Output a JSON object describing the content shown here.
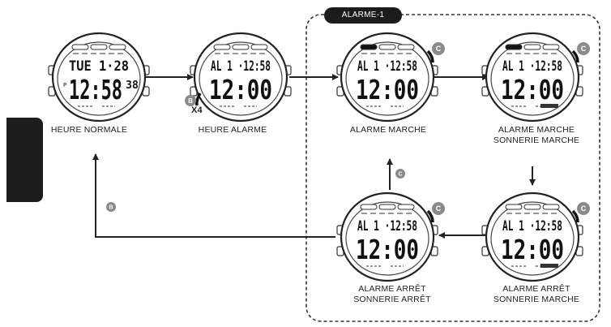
{
  "group": {
    "label": "ALARME-1"
  },
  "buttons": {
    "b": "B",
    "c": "C"
  },
  "press_count": "X4",
  "watches": [
    {
      "id": "normal",
      "row1": "TUE  1·28",
      "row2": "12:58",
      "seconds": "38",
      "pm": "P",
      "caption": [
        "HEURE NORMALE"
      ],
      "tabs": [
        false,
        false,
        false
      ],
      "seg": false,
      "btnC": false
    },
    {
      "id": "alarm-time",
      "row1": "AL  1 ·12:58",
      "row2": "12:00",
      "seconds": "",
      "pm": "",
      "caption": [
        "HEURE ALARME"
      ],
      "tabs": [
        false,
        false,
        false
      ],
      "seg": false,
      "btnC": false
    },
    {
      "id": "alarm-on",
      "row1": "AL  1 ·12:58",
      "row2": "12:00",
      "seconds": "",
      "pm": "",
      "caption": [
        "ALARME MARCHE"
      ],
      "tabs": [
        true,
        false,
        false
      ],
      "seg": false,
      "btnC": true
    },
    {
      "id": "alarm-on-chime-on",
      "row1": "AL  1 ·12:58",
      "row2": "12:00",
      "seconds": "",
      "pm": "",
      "caption": [
        "ALARME MARCHE",
        "SONNERIE MARCHE"
      ],
      "tabs": [
        true,
        false,
        false
      ],
      "seg": true,
      "btnC": true
    },
    {
      "id": "alarm-off-chime-off",
      "row1": "AL  1 ·12:58",
      "row2": "12:00",
      "seconds": "",
      "pm": "",
      "caption": [
        "ALARME ARRÊT",
        "SONNERIE ARRÊT"
      ],
      "tabs": [
        false,
        false,
        false
      ],
      "seg": false,
      "btnC": true
    },
    {
      "id": "alarm-off-chime-on",
      "row1": "AL  1 ·12:58",
      "row2": "12:00",
      "seconds": "",
      "pm": "",
      "caption": [
        "ALARME ARRÊT",
        "SONNERIE MARCHE"
      ],
      "tabs": [
        false,
        false,
        false
      ],
      "seg": true,
      "btnC": true
    }
  ]
}
